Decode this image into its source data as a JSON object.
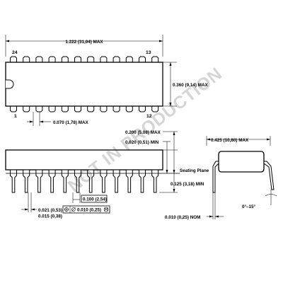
{
  "pins": {
    "count_per_side": 12,
    "top_left": "24",
    "top_right": "13",
    "bottom_left": "1",
    "bottom_right": "12"
  },
  "dimensions": {
    "length_max": "1.222 (31,04) MAX",
    "width_max": "0.360 (9,14) MAX",
    "pin_width_max": "0.070 (1,78) MAX",
    "height_max": "0.200 (5,08) MAX",
    "standoff_min": "0.020 (0,51) MIN",
    "seating_plane": "Seating Plane",
    "lead_length_min": "0.125 (3,18) MIN",
    "pitch": "0.100 (2,54)",
    "lead_width_max": "0.021 (0,53)",
    "lead_width_min": "0.015 (0,38)",
    "tolerance": "0.010 (0,25)",
    "row_spacing_max": "0.425 (10,80) MAX",
    "lead_angle": "0°–15°",
    "lead_thickness": "0.010 (0,25) NOM"
  },
  "watermark": "NOT IN PRODUCTION"
}
